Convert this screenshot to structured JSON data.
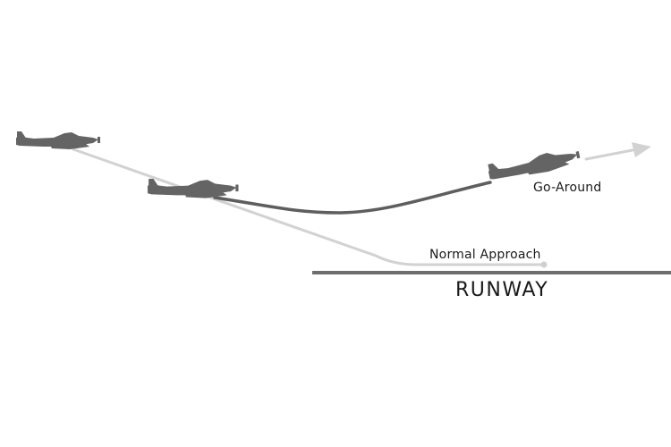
{
  "labels": {
    "normal_approach": "Normal Approach",
    "go_around": "Go-Around",
    "runway": "RUNWAY"
  },
  "colors": {
    "aircraft": "#646464",
    "normal_path": "#d2d2d2",
    "go_around_path": "#5e5e5e",
    "runway": "#6e6e6e",
    "text": "#1a1a1a"
  },
  "icons": [
    "airplane-icon"
  ]
}
